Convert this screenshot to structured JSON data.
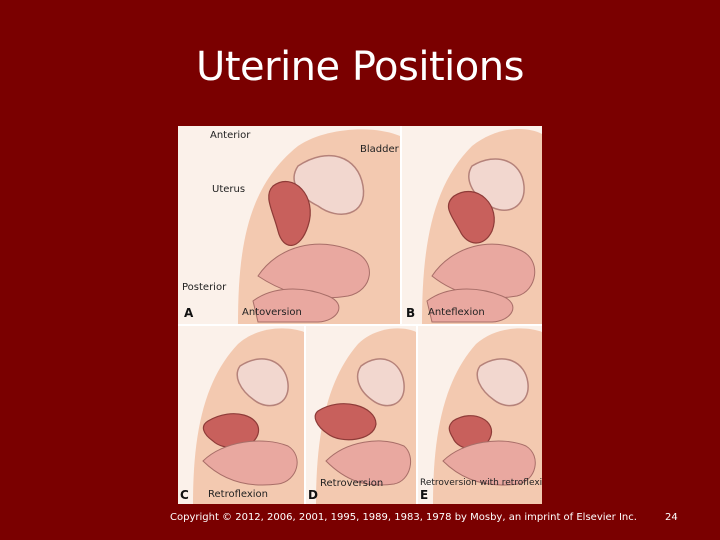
{
  "slide": {
    "title": "Uterine Positions",
    "copyright": "Copyright © 2012, 2006, 2001, 1995, 1989, 1983, 1978 by Mosby, an imprint of Elsevier Inc.",
    "page_number": "24"
  },
  "figure": {
    "labels": {
      "anterior": "Anterior",
      "bladder": "Bladder",
      "uterus": "Uterus",
      "posterior": "Posterior"
    },
    "panels": [
      {
        "letter": "A",
        "caption": "Antoversion"
      },
      {
        "letter": "B",
        "caption": "Anteflexion"
      },
      {
        "letter": "C",
        "caption": "Retroflexion"
      },
      {
        "letter": "D",
        "caption": "Retroversion"
      },
      {
        "letter": "E",
        "caption": "Retroversion with retroflexion"
      }
    ]
  },
  "colors": {
    "background": "#7a0000",
    "skin": "#f3c9b0",
    "uterus": "#c8605c",
    "bladder": "#f2d7cf",
    "intestine": "#e9a8a0"
  }
}
